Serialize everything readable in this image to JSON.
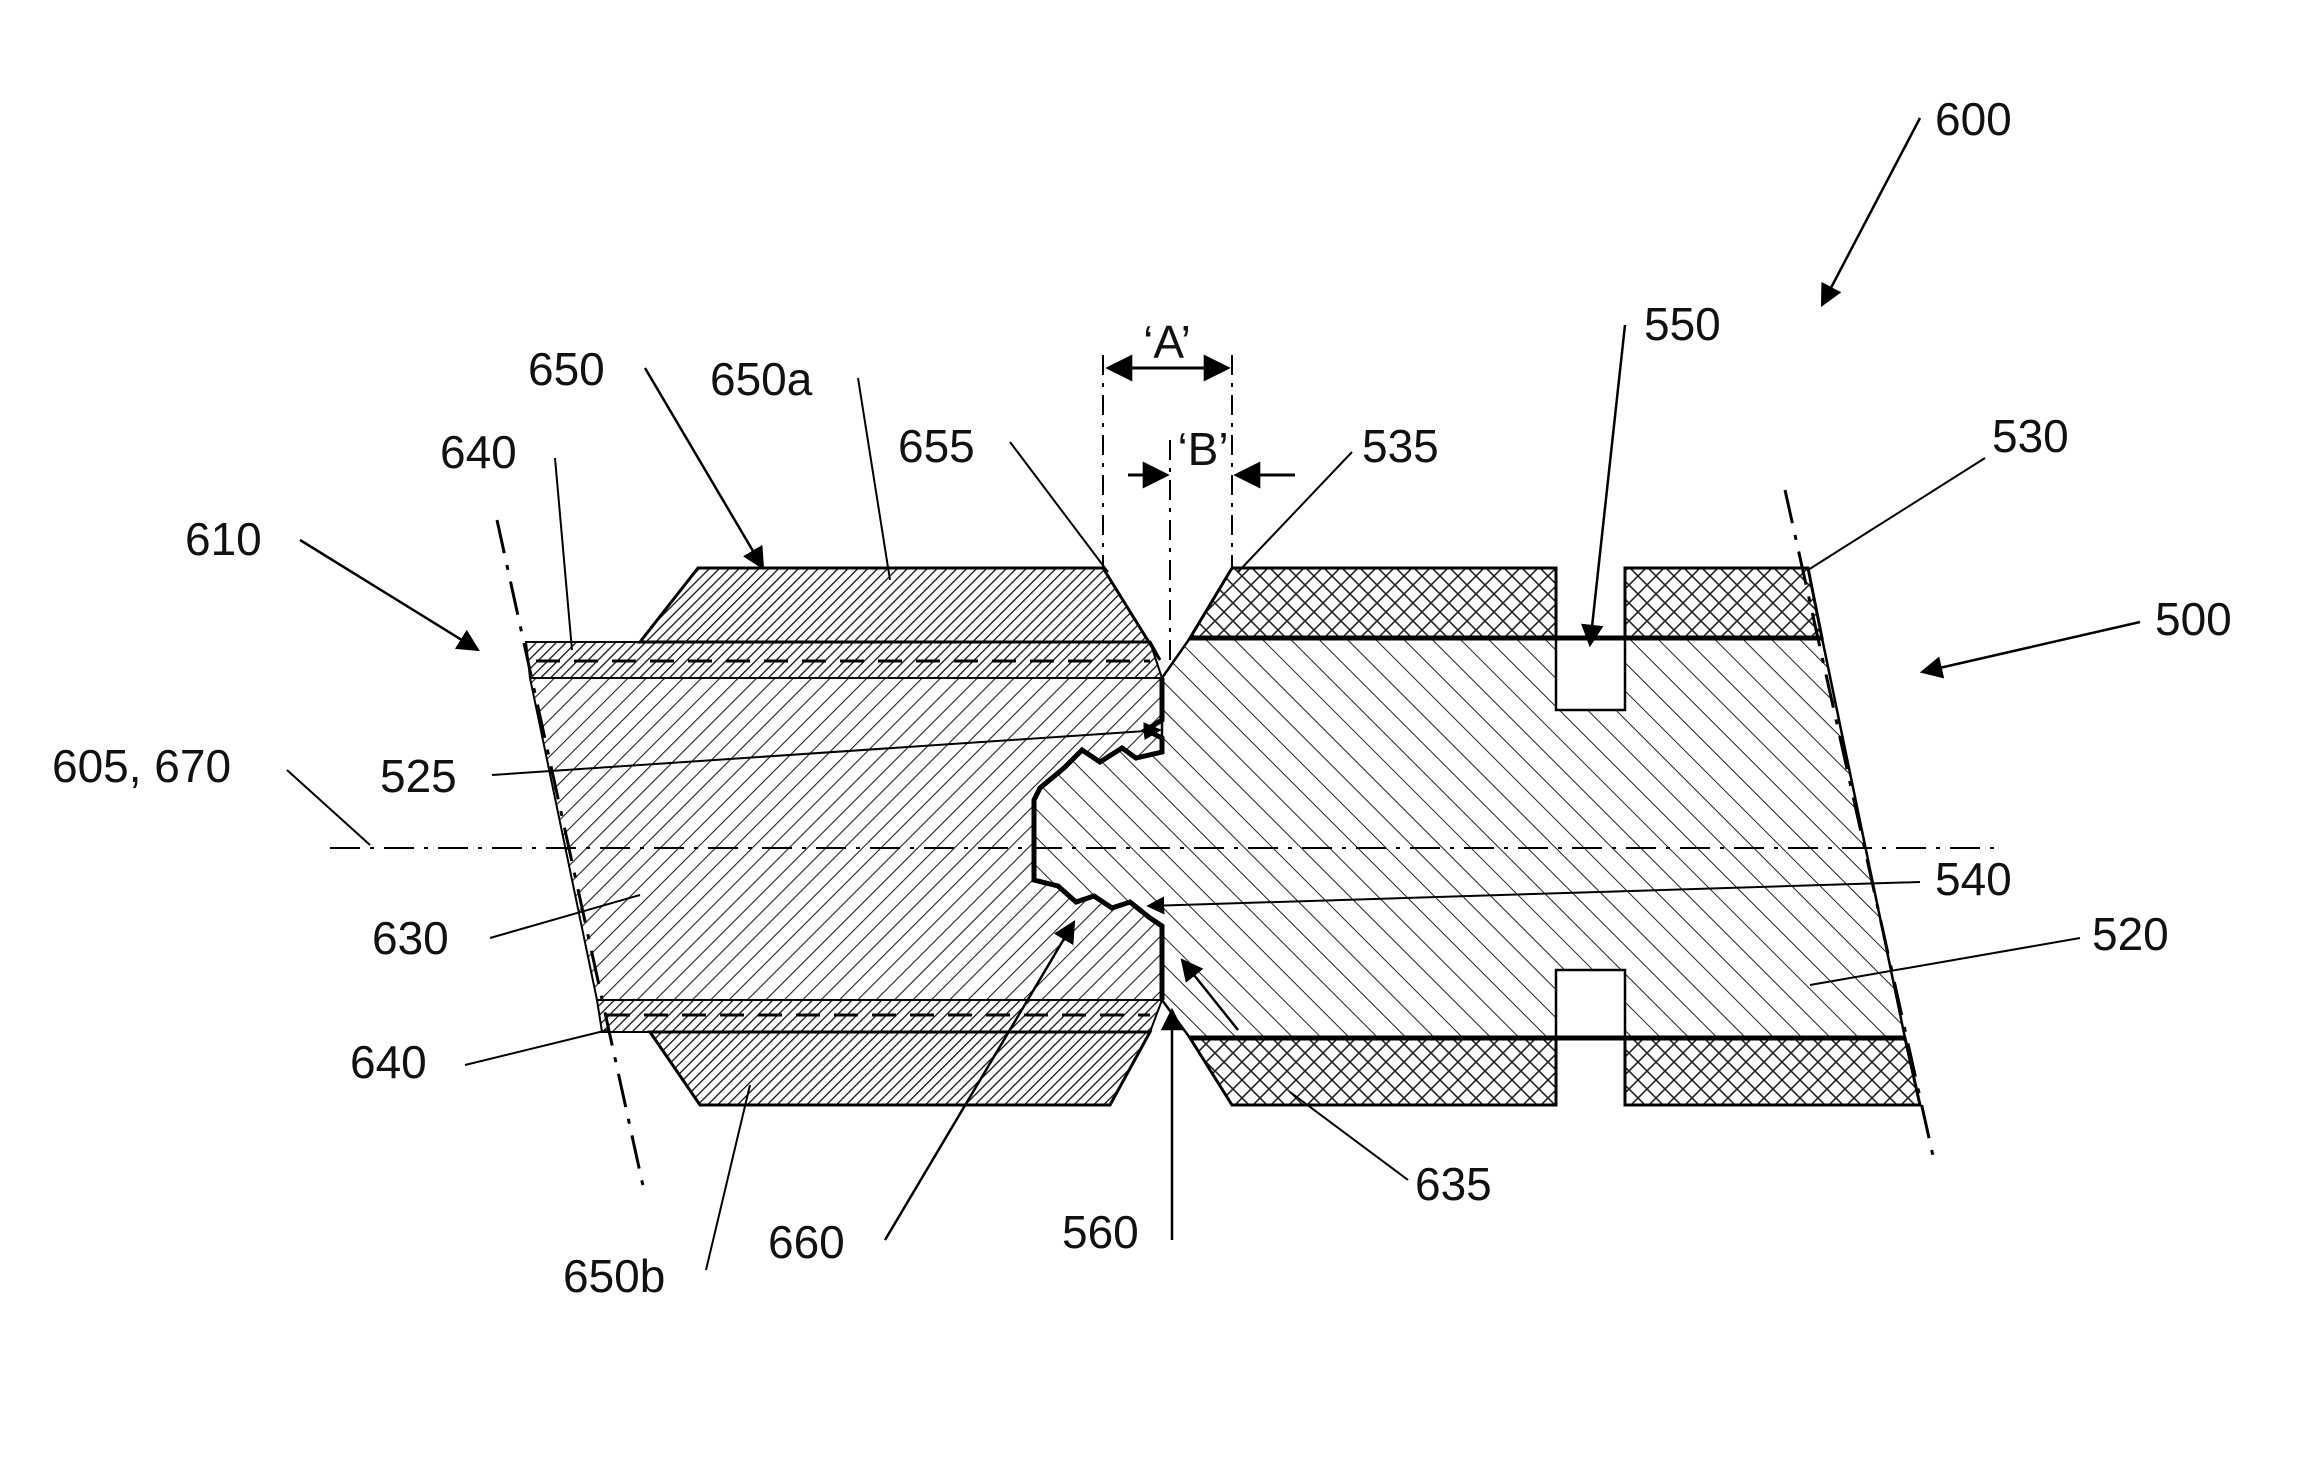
{
  "labels": {
    "l600": "600",
    "l550": "550",
    "l530": "530",
    "l500": "500",
    "l520": "520",
    "l540": "540",
    "l535": "535",
    "l635": "635",
    "l560": "560",
    "l660": "660",
    "l650b": "650b",
    "l640_bottom": "640",
    "l630": "630",
    "l605_670": "605, 670",
    "l525": "525",
    "l610": "610",
    "l640_top": "640",
    "l650": "650",
    "l650a": "650a",
    "l655": "655",
    "dimA": "‘A’",
    "dimB": "‘B’"
  }
}
